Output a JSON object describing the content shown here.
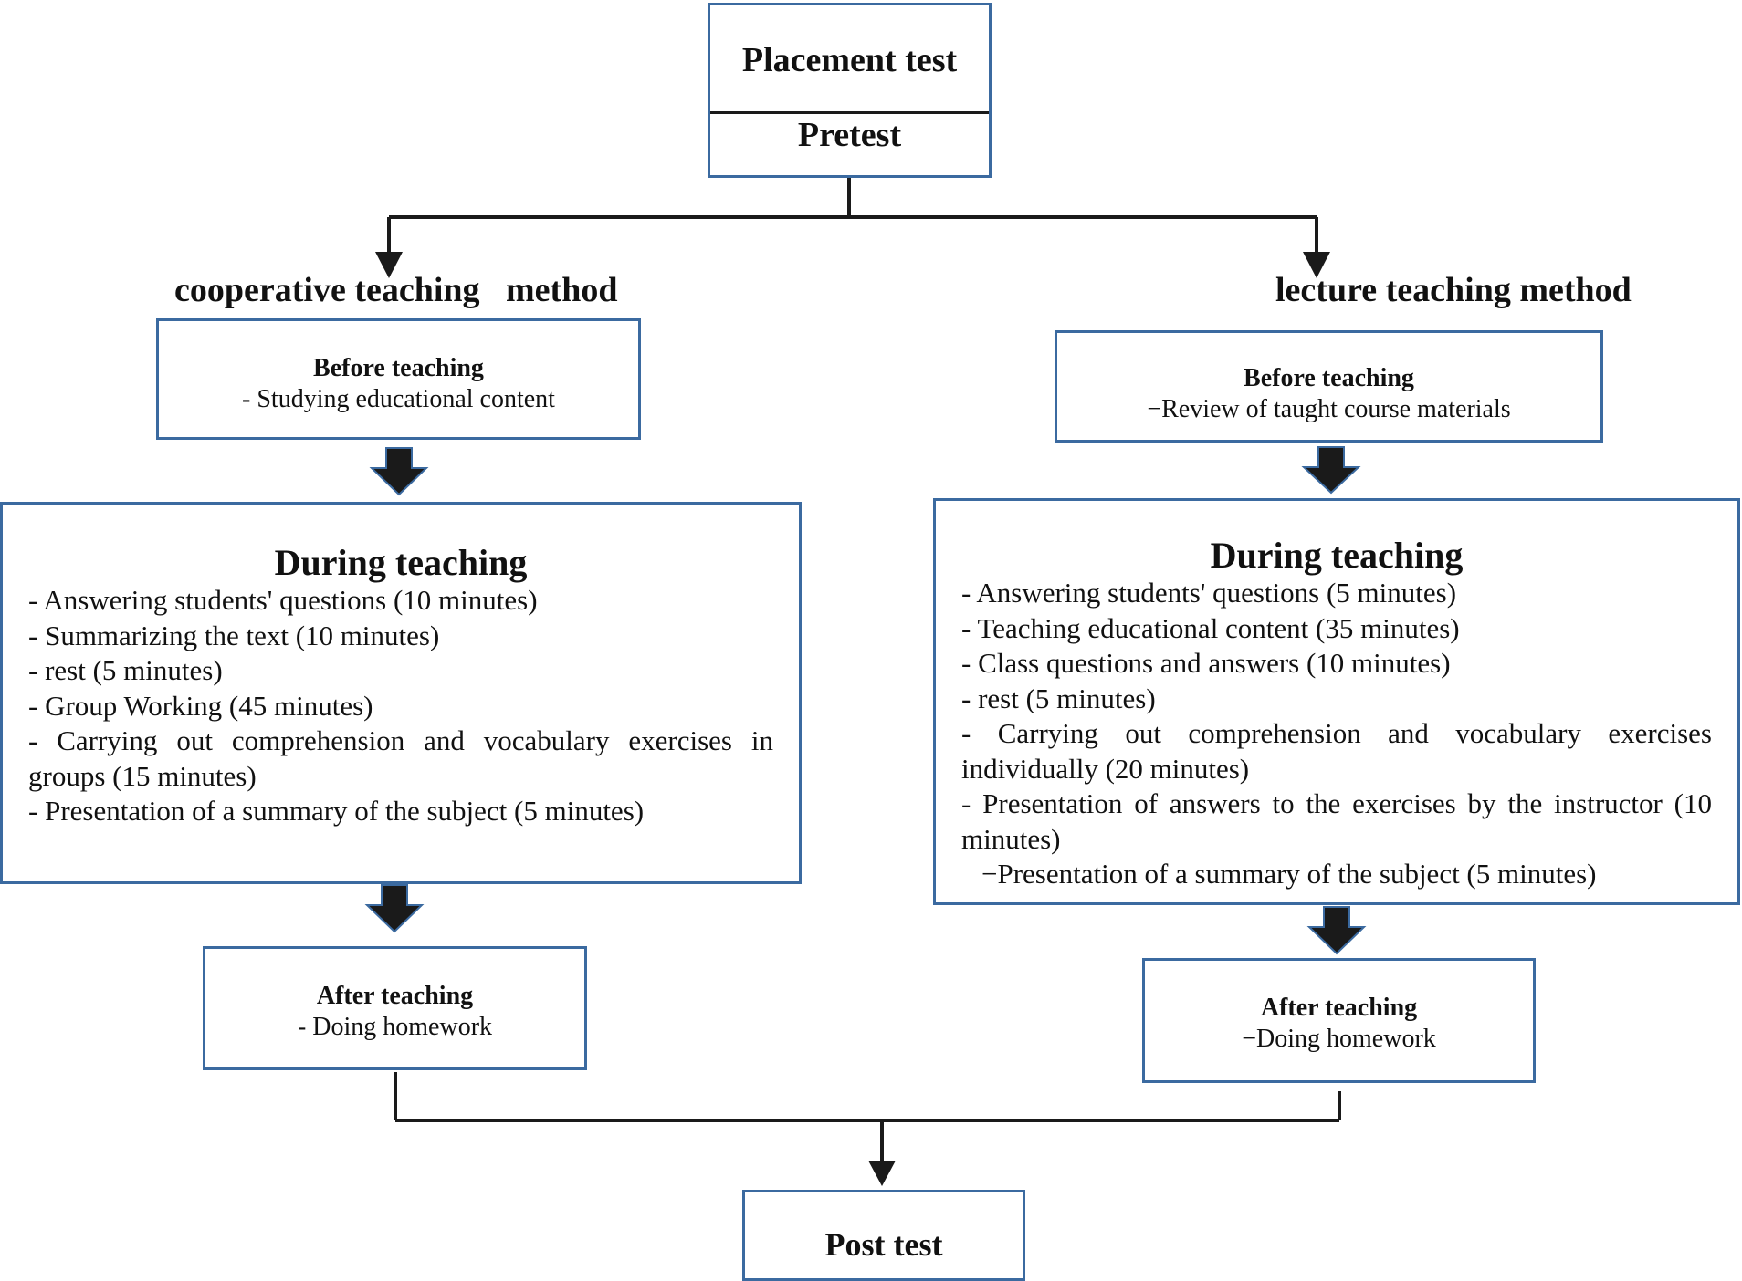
{
  "top": {
    "placement": "Placement test",
    "pretest": "Pretest"
  },
  "left": {
    "heading": "cooperative teaching   method",
    "before": {
      "title": "Before teaching",
      "text": "- Studying educational content"
    },
    "during": {
      "title": "During teaching",
      "items": [
        "- Answering students' questions (10 minutes)",
        "- Summarizing the text (10 minutes)",
        "- rest (5 minutes)",
        "- Group Working (45 minutes)",
        "- Carrying out comprehension and vocabulary exercises in groups (15 minutes)",
        "- Presentation of a summary of the subject (5 minutes)"
      ]
    },
    "after": {
      "title": "After teaching",
      "text": "- Doing homework"
    }
  },
  "right": {
    "heading": "lecture teaching method",
    "before": {
      "title": "Before teaching",
      "text": "−Review of taught course materials"
    },
    "during": {
      "title": "During teaching",
      "items": [
        "- Answering students' questions (5 minutes)",
        "- Teaching educational content (35 minutes)",
        "- Class questions and answers (10 minutes)",
        "- rest (5 minutes)",
        "- Carrying out comprehension and vocabulary exercises individually (20 minutes)",
        "- Presentation of answers to the exercises by the instructor (10 minutes)",
        "−Presentation of a summary of the subject (5 minutes)"
      ]
    },
    "after": {
      "title": "After teaching",
      "text": "−Doing homework"
    }
  },
  "bottom": {
    "posttest": "Post test"
  },
  "colors": {
    "box_border": "#3b6aa0",
    "line": "#1a1a1a",
    "block_arrow_fill": "#1a1a1a"
  }
}
